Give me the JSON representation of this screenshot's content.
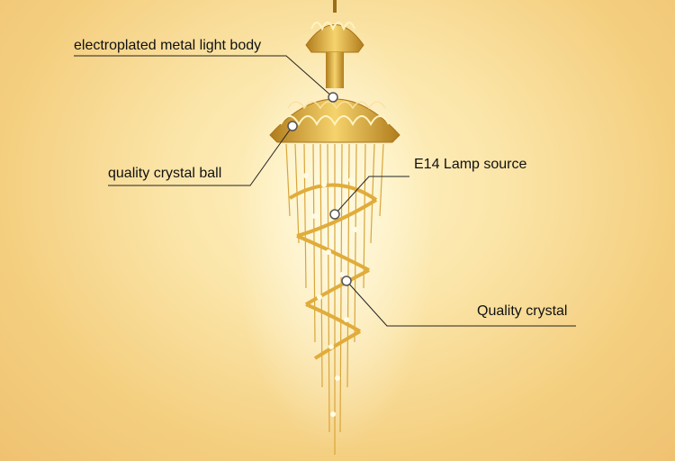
{
  "callouts": {
    "light_body": "electroplated metal light body",
    "crystal_ball": "quality crystal ball",
    "lamp_source": "E14 Lamp source",
    "crystal": "Quality crystal"
  },
  "colors": {
    "background_center": "#fff3c6",
    "background_edge": "#efc271",
    "gold": "#d9a531",
    "gold_dark": "#a87418",
    "crystal": "#fff6d8",
    "line": "#222222",
    "marker_ring": "#555555",
    "marker_fill": "#ffffff",
    "text": "#111111"
  },
  "icons": {
    "marker": "callout-dot-icon"
  }
}
